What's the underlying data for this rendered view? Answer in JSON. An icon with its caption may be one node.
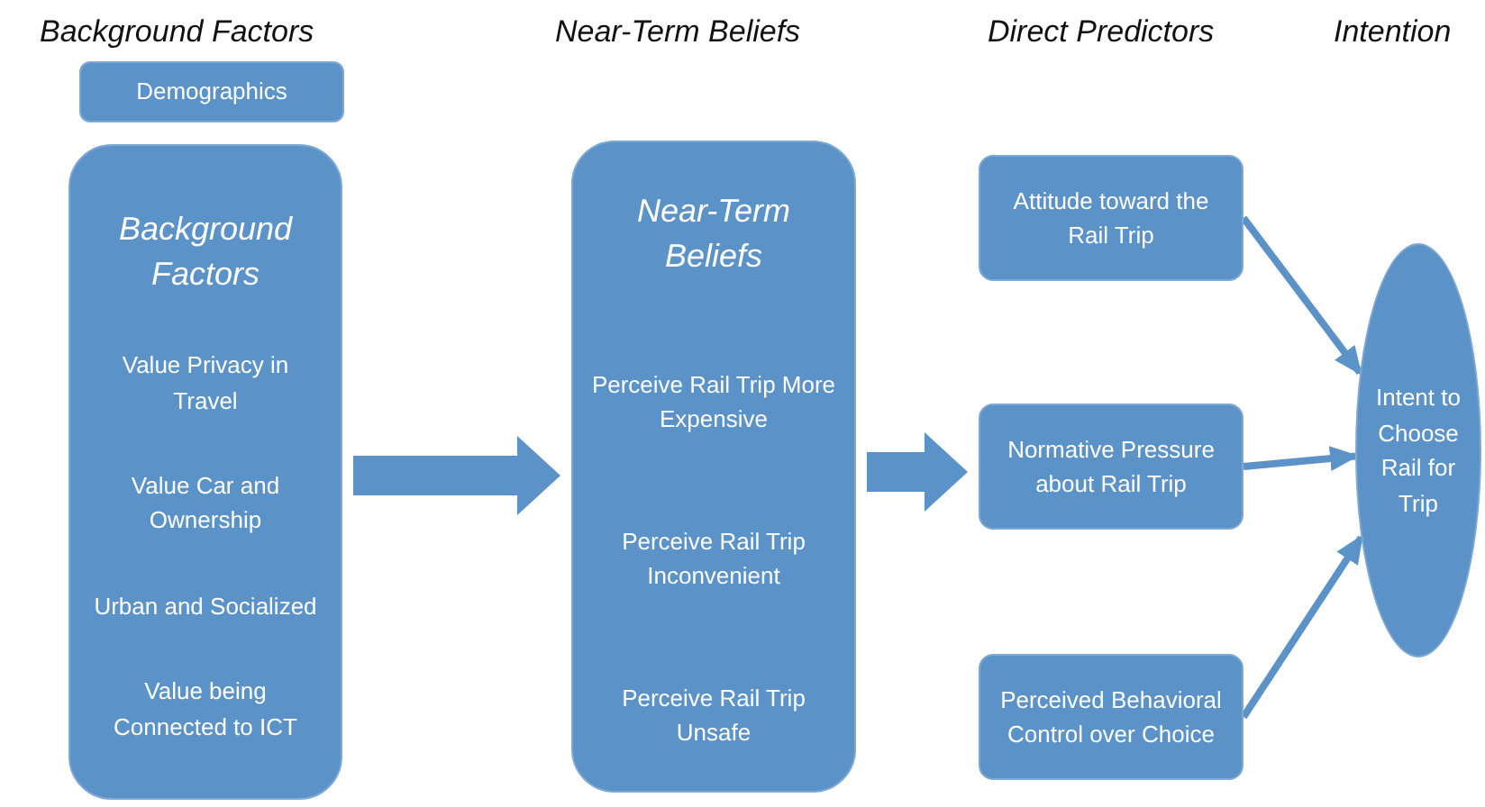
{
  "diagram": {
    "nodes": [
      {
        "text": [
          "Demographics"
        ]
      },
      {
        "text": [
          "Background Factors",
          "Value Privacy in Travel",
          "Value Car and Ownership",
          "Urban and Socialized",
          "Value being Connected to ICT"
        ]
      },
      {
        "text": [
          "Near-Term Beliefs",
          "Perceive Rail Trip More Expensive",
          "Perceive Rail Trip Inconvenient",
          "Perceive Rail Trip Unsafe"
        ]
      },
      {
        "text": [
          "Attitude toward the Rail Trip"
        ]
      },
      {
        "text": [
          "Normative Pressure about Rail Trip"
        ]
      },
      {
        "text": [
          "Perceived Behavioral Control over Choice"
        ]
      },
      {
        "text": [
          "Intent to Choose Rail for Trip"
        ]
      }
    ],
    "edges": [
      {
        "from": 1,
        "to": 2,
        "arrow": "to",
        "style": "thick"
      },
      {
        "from": 2,
        "to": 4,
        "arrow": "to",
        "style": "thick"
      },
      {
        "from": 3,
        "to": 6,
        "arrow": "to"
      },
      {
        "from": 4,
        "to": 6,
        "arrow": "to"
      },
      {
        "from": 5,
        "to": 6,
        "arrow": "to"
      }
    ],
    "labels": [
      "Background Factors",
      "Near-Term Beliefs",
      "Direct Predictors",
      "Intention"
    ]
  }
}
